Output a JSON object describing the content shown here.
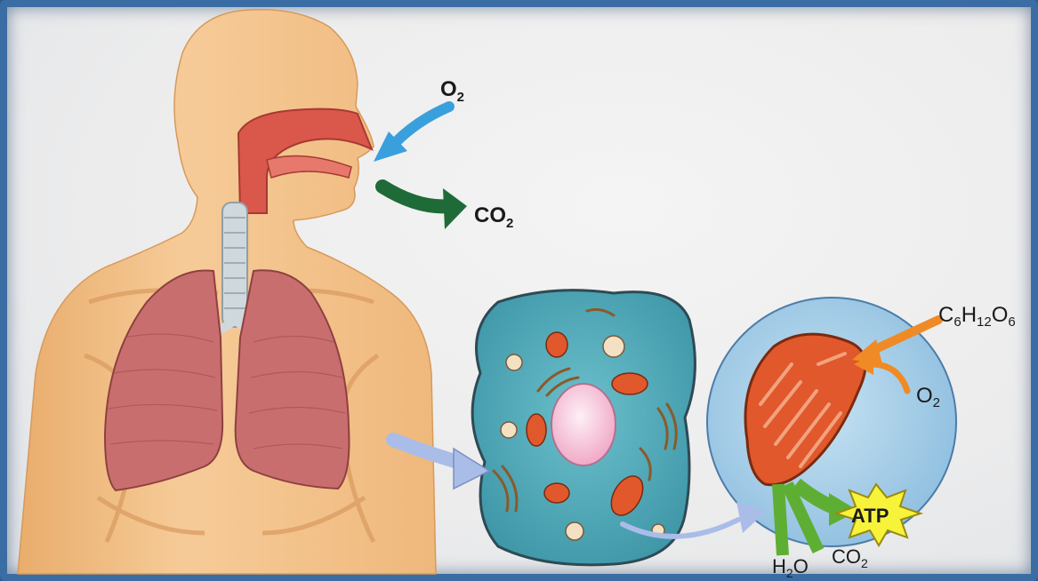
{
  "labels": {
    "o2_inhale": "O",
    "o2_inhale_sub": "2",
    "co2_exhale": "CO",
    "co2_exhale_sub": "2",
    "glucose_parts": [
      "C",
      "6",
      "H",
      "12",
      "O",
      "6"
    ],
    "o2_cell": "O",
    "o2_cell_sub": "2",
    "atp": "ATP",
    "h2o": [
      "H",
      "2",
      "O"
    ],
    "co2_cell": "CO",
    "co2_cell_sub": "2"
  },
  "colors": {
    "skin": "#f2c28a",
    "skin_dark": "#e3a768",
    "airway": "#d9574b",
    "lung": "#c96e6e",
    "trachea": "#cfd8dc",
    "cell": "#4fa9b8",
    "cell_outline": "#2e4a55",
    "nucleus": "#f6c6d8",
    "mitochondrion": "#e0582b",
    "inset_circle": "#a9cde6",
    "arrow_o2": "#3aa0dd",
    "arrow_co2": "#1f6b37",
    "arrow_glucose": "#f08a26",
    "arrow_cell": "#a9bde8",
    "arrow_green": "#5fae34",
    "atp_star": "#f7f23a"
  }
}
